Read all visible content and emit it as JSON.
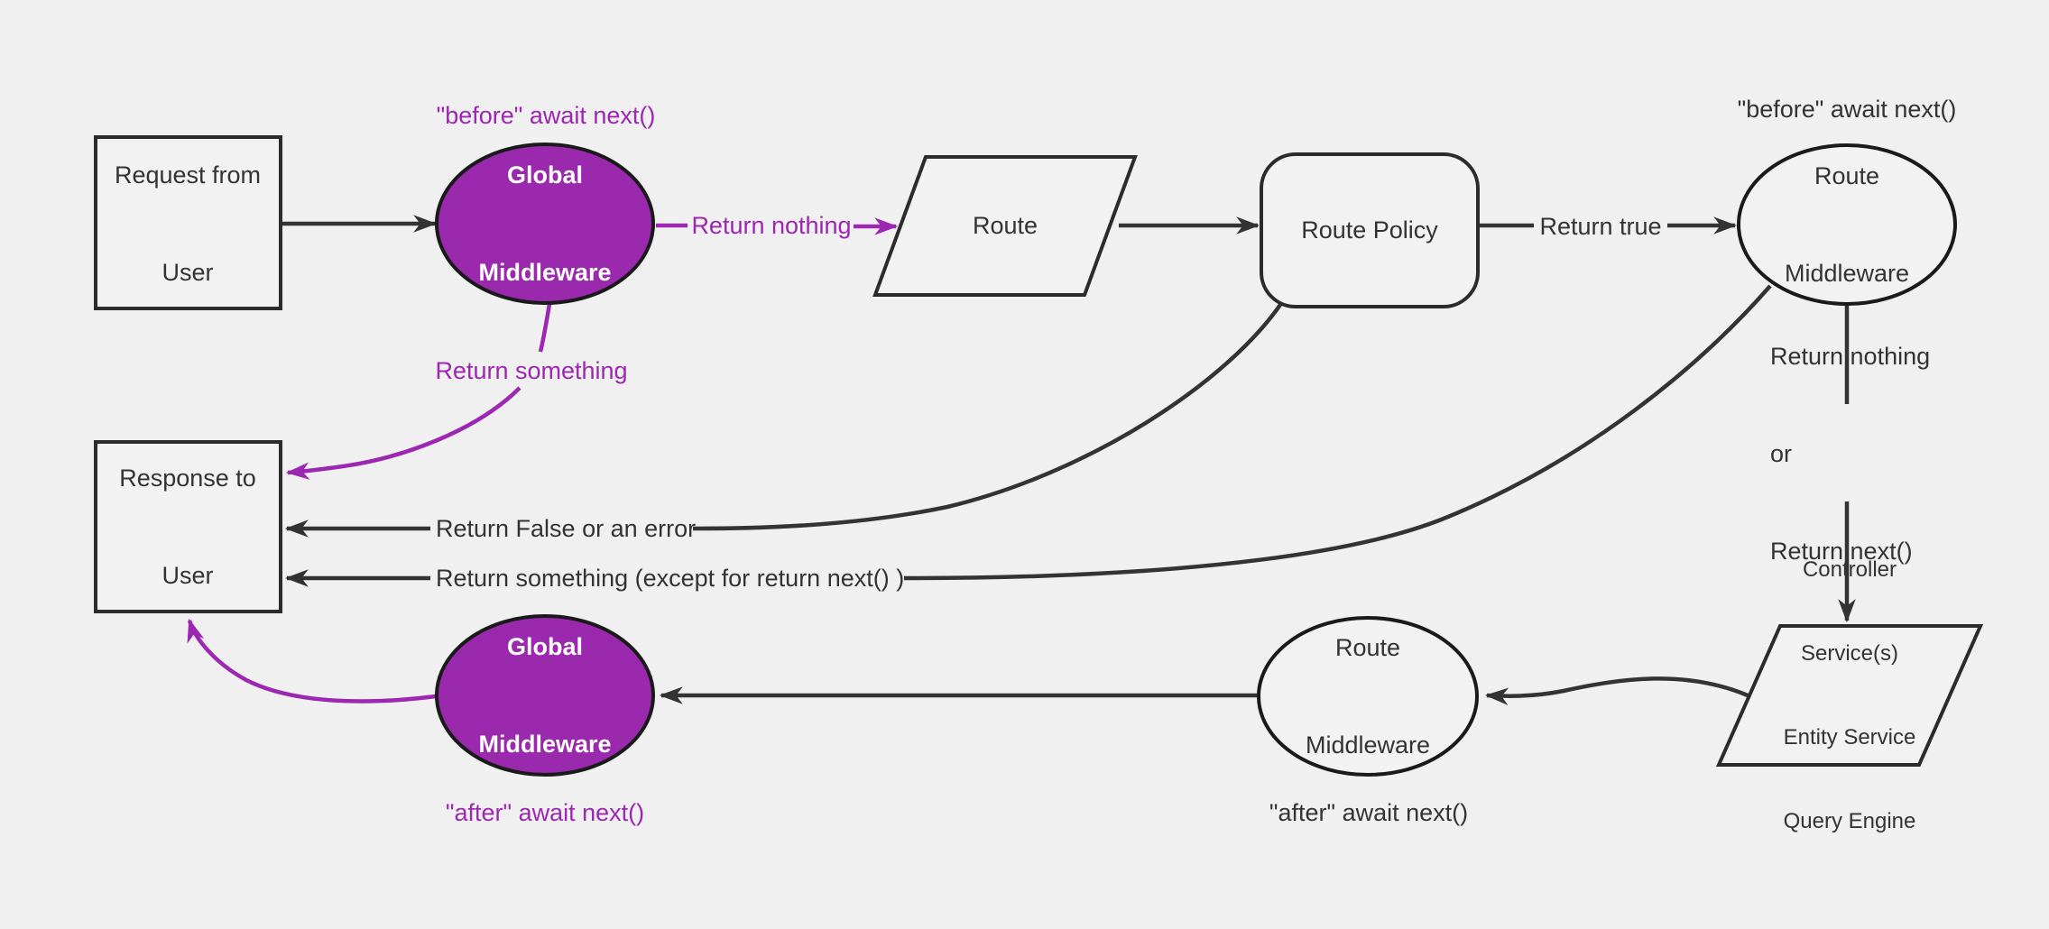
{
  "diagram": {
    "title": "Request lifecycle middleware flowchart",
    "colors": {
      "background": "#f0f0f0",
      "shape_fill": "#f2f2f2",
      "purple_fill": "#9b29ad",
      "purple_text": "#9c27b0",
      "dark_stroke": "#333333",
      "node_stroke": "#2b2b2b",
      "white_text": "#ffffff"
    },
    "nodes": {
      "request": {
        "lines": [
          "Request from",
          "User"
        ]
      },
      "global_mw_top": {
        "lines": [
          "Global",
          "Middleware"
        ]
      },
      "route": {
        "lines": [
          "Route"
        ]
      },
      "route_policy": {
        "lines": [
          "Route Policy"
        ]
      },
      "route_mw_top": {
        "lines": [
          "Route",
          "Middleware"
        ]
      },
      "controller": {
        "lines": [
          "Controller",
          "Service(s)",
          "Entity Service",
          "Query Engine"
        ]
      },
      "route_mw_bottom": {
        "lines": [
          "Route",
          "Middleware"
        ]
      },
      "global_mw_bottom": {
        "lines": [
          "Global",
          "Middleware"
        ]
      },
      "response": {
        "lines": [
          "Response to",
          "User"
        ]
      }
    },
    "edge_labels": {
      "before_await_next_top": "\"before\" await next()",
      "before_await_next_right": "\"before\" await next()",
      "return_nothing_mid": "Return nothing",
      "return_true": "Return true",
      "return_nothing_or": {
        "lines": [
          "Return nothing",
          "or",
          "Return next()"
        ]
      },
      "return_false_or_error": "Return False or an error",
      "return_something_except": "Return something (except for return next() )",
      "return_something": "Return something",
      "after_await_next_left": "\"after\" await next()",
      "after_await_next_right": "\"after\" await next()"
    }
  }
}
